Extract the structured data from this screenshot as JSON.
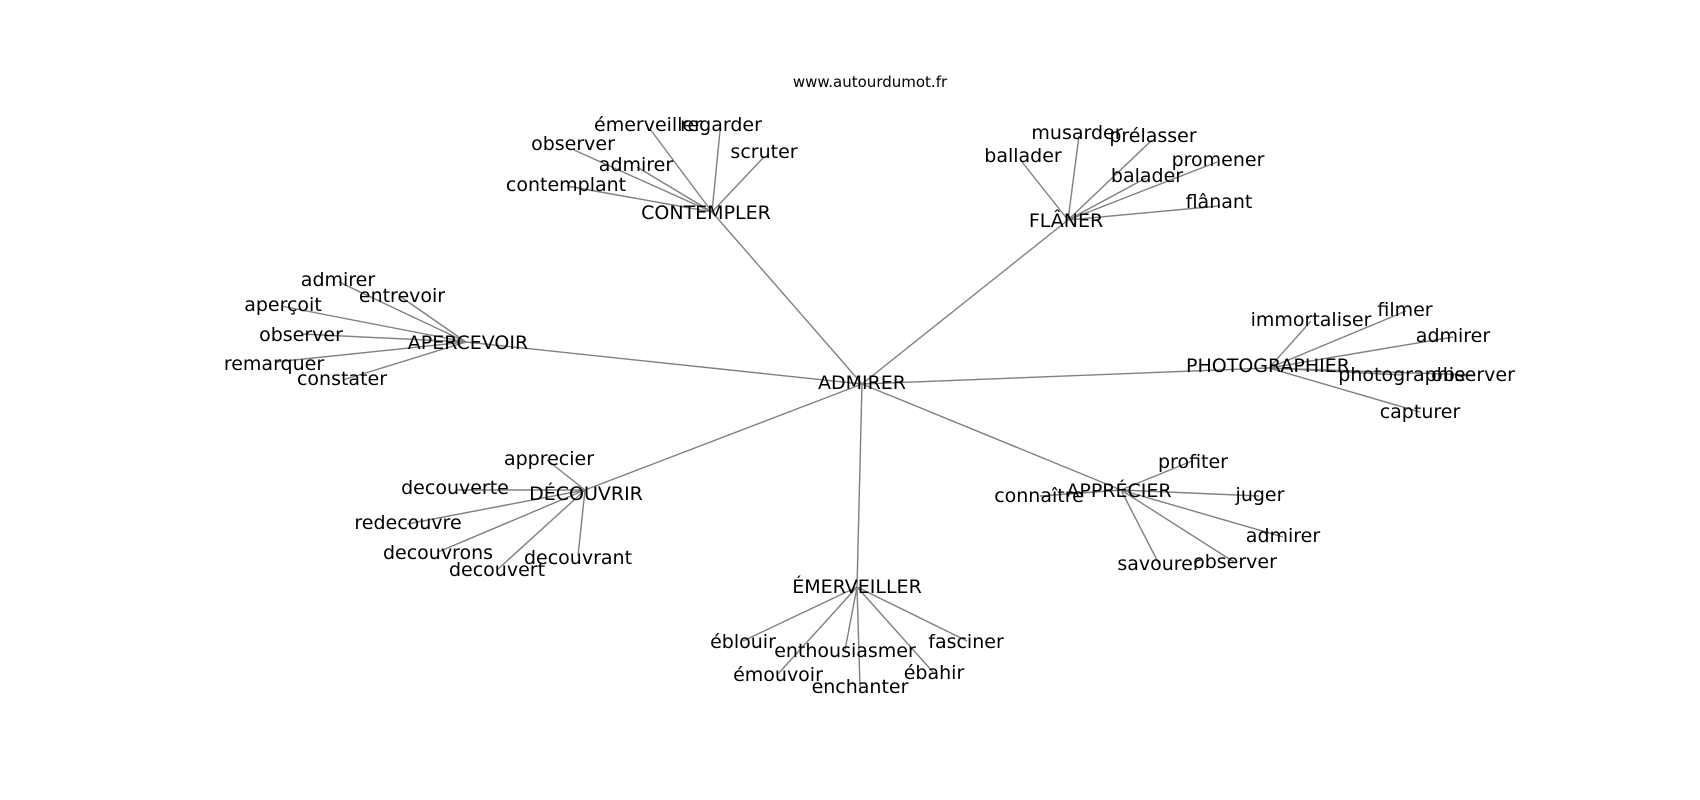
{
  "source": "www.autourdumot.fr",
  "center": "ADMIRER",
  "colors": {
    "edge": "#808080",
    "text": "#000000",
    "background": "#ffffff"
  },
  "groups": [
    {
      "label": "CONTEMPLER",
      "leaves": [
        "émerveiller",
        "regarder",
        "observer",
        "scruter",
        "admirer",
        "contemplant"
      ]
    },
    {
      "label": "FLÂNER",
      "leaves": [
        "musarder",
        "prélasser",
        "ballader",
        "promener",
        "balader",
        "flânant"
      ]
    },
    {
      "label": "APERCEVOIR",
      "leaves": [
        "admirer",
        "entrevoir",
        "aperçoit",
        "observer",
        "remarquer",
        "constater"
      ]
    },
    {
      "label": "PHOTOGRAPHIER",
      "leaves": [
        "filmer",
        "immortaliser",
        "admirer",
        "photographie",
        "observer",
        "capturer"
      ]
    },
    {
      "label": "DÉCOUVRIR",
      "leaves": [
        "apprecier",
        "decouverte",
        "redecouvre",
        "decouvrons",
        "decouvrant",
        "decouvert"
      ]
    },
    {
      "label": "APPRÉCIER",
      "leaves": [
        "profiter",
        "connaître",
        "juger",
        "admirer",
        "savourer",
        "observer"
      ]
    },
    {
      "label": "ÉMERVEILLER",
      "leaves": [
        "éblouir",
        "fasciner",
        "enthousiasmer",
        "ébahir",
        "émouvoir",
        "enchanter"
      ]
    }
  ]
}
